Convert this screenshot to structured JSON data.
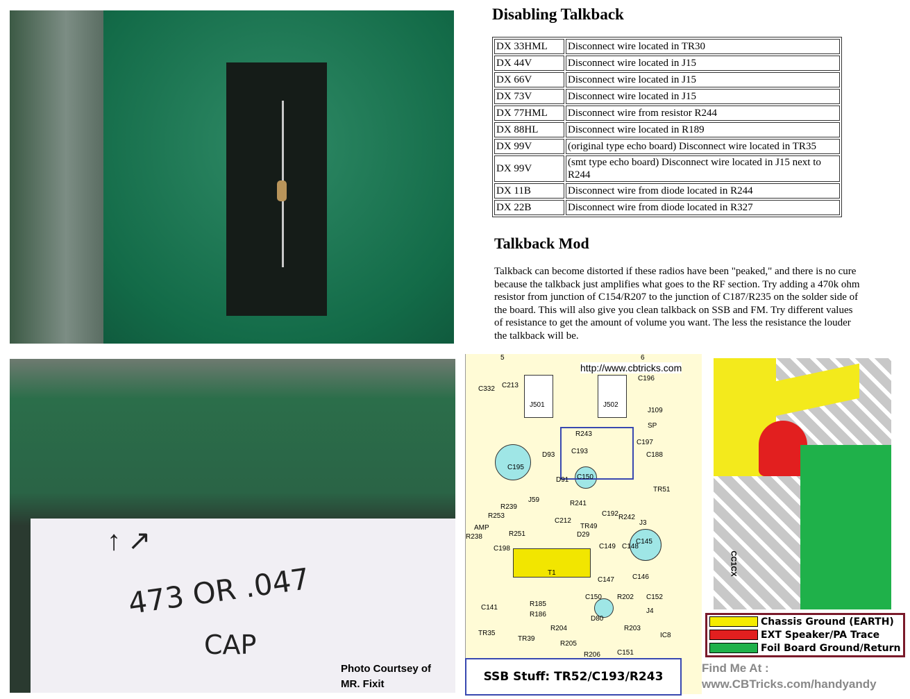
{
  "title": "Disabling Talkback",
  "table": [
    [
      "DX 33HML",
      "Disconnect wire located in TR30"
    ],
    [
      "DX 44V",
      "Disconnect wire located in J15"
    ],
    [
      "DX 66V",
      "Disconnect wire located in J15"
    ],
    [
      "DX 73V",
      "Disconnect wire located in J15"
    ],
    [
      "DX 77HML",
      "Disconnect wire from resistor R244"
    ],
    [
      "DX 88HL",
      "Disconnect wire located in R189"
    ],
    [
      "DX 99V",
      "(original type echo board) Disconnect wire located in TR35"
    ],
    [
      "DX 99V",
      "(smt type echo board) Disconnect wire located in J15 next to R244"
    ],
    [
      "DX 11B",
      "Disconnect wire from diode located in R244"
    ],
    [
      "DX 22B",
      "Disconnect wire from diode located in R327"
    ]
  ],
  "mod_title": "Talkback Mod",
  "mod_text": "Talkback can become distorted if these radios have been \"peaked,\" and there is no cure because the talkback just amplifies what goes to the RF section. Try adding a 470k ohm resistor from junction of  C154/R207 to the junction of C187/R235 on the solder side of the board. This will also give you clean talkback on SSB and FM. Try different values of resistance to get the amount of volume you want. The less the resistance the louder the talkback will be.",
  "photo2": {
    "handwriting_1": "473 OR .047",
    "handwriting_2": "CAP",
    "arrows": "↑ ↗",
    "credit_1": "Photo Courtsey of",
    "credit_2": "MR. Fixit"
  },
  "schematic": {
    "url": "http://www.cbtricks.com",
    "labels": [
      "J501",
      "J502",
      "J109",
      "C195",
      "C150",
      "C145",
      "T1",
      "R239",
      "J59",
      "R241",
      "TR49",
      "C212",
      "C146",
      "C150",
      "D80",
      "R205",
      "R206",
      "C151",
      "TR39",
      "C332",
      "C213",
      "C196",
      "C197",
      "C188",
      "TR51",
      "D93",
      "D91",
      "C193",
      "R243",
      "C198",
      "AMP",
      "R238",
      "C147",
      "C149",
      "C148",
      "R202",
      "R203",
      "C152",
      "R204",
      "R185",
      "R186",
      "C141",
      "TR35",
      "D29",
      "R253",
      "R251",
      "C192",
      "R242",
      "J3",
      "J4",
      "IC8",
      "SP",
      "5",
      "6"
    ],
    "caption": "SSB Stuff: TR52/C193/R243"
  },
  "diagram": {
    "label": "CC1CX"
  },
  "legend": [
    {
      "label": "Chassis Ground (EARTH)",
      "color": "#f5ec00"
    },
    {
      "label": "EXT Speaker/PA Trace",
      "color": "#e21f1f"
    },
    {
      "label": "Foil Board Ground/Return",
      "color": "#1fb14a"
    }
  ],
  "find": {
    "line1": "Find Me At :",
    "line2": "www.CBTricks.com/handyandy"
  }
}
